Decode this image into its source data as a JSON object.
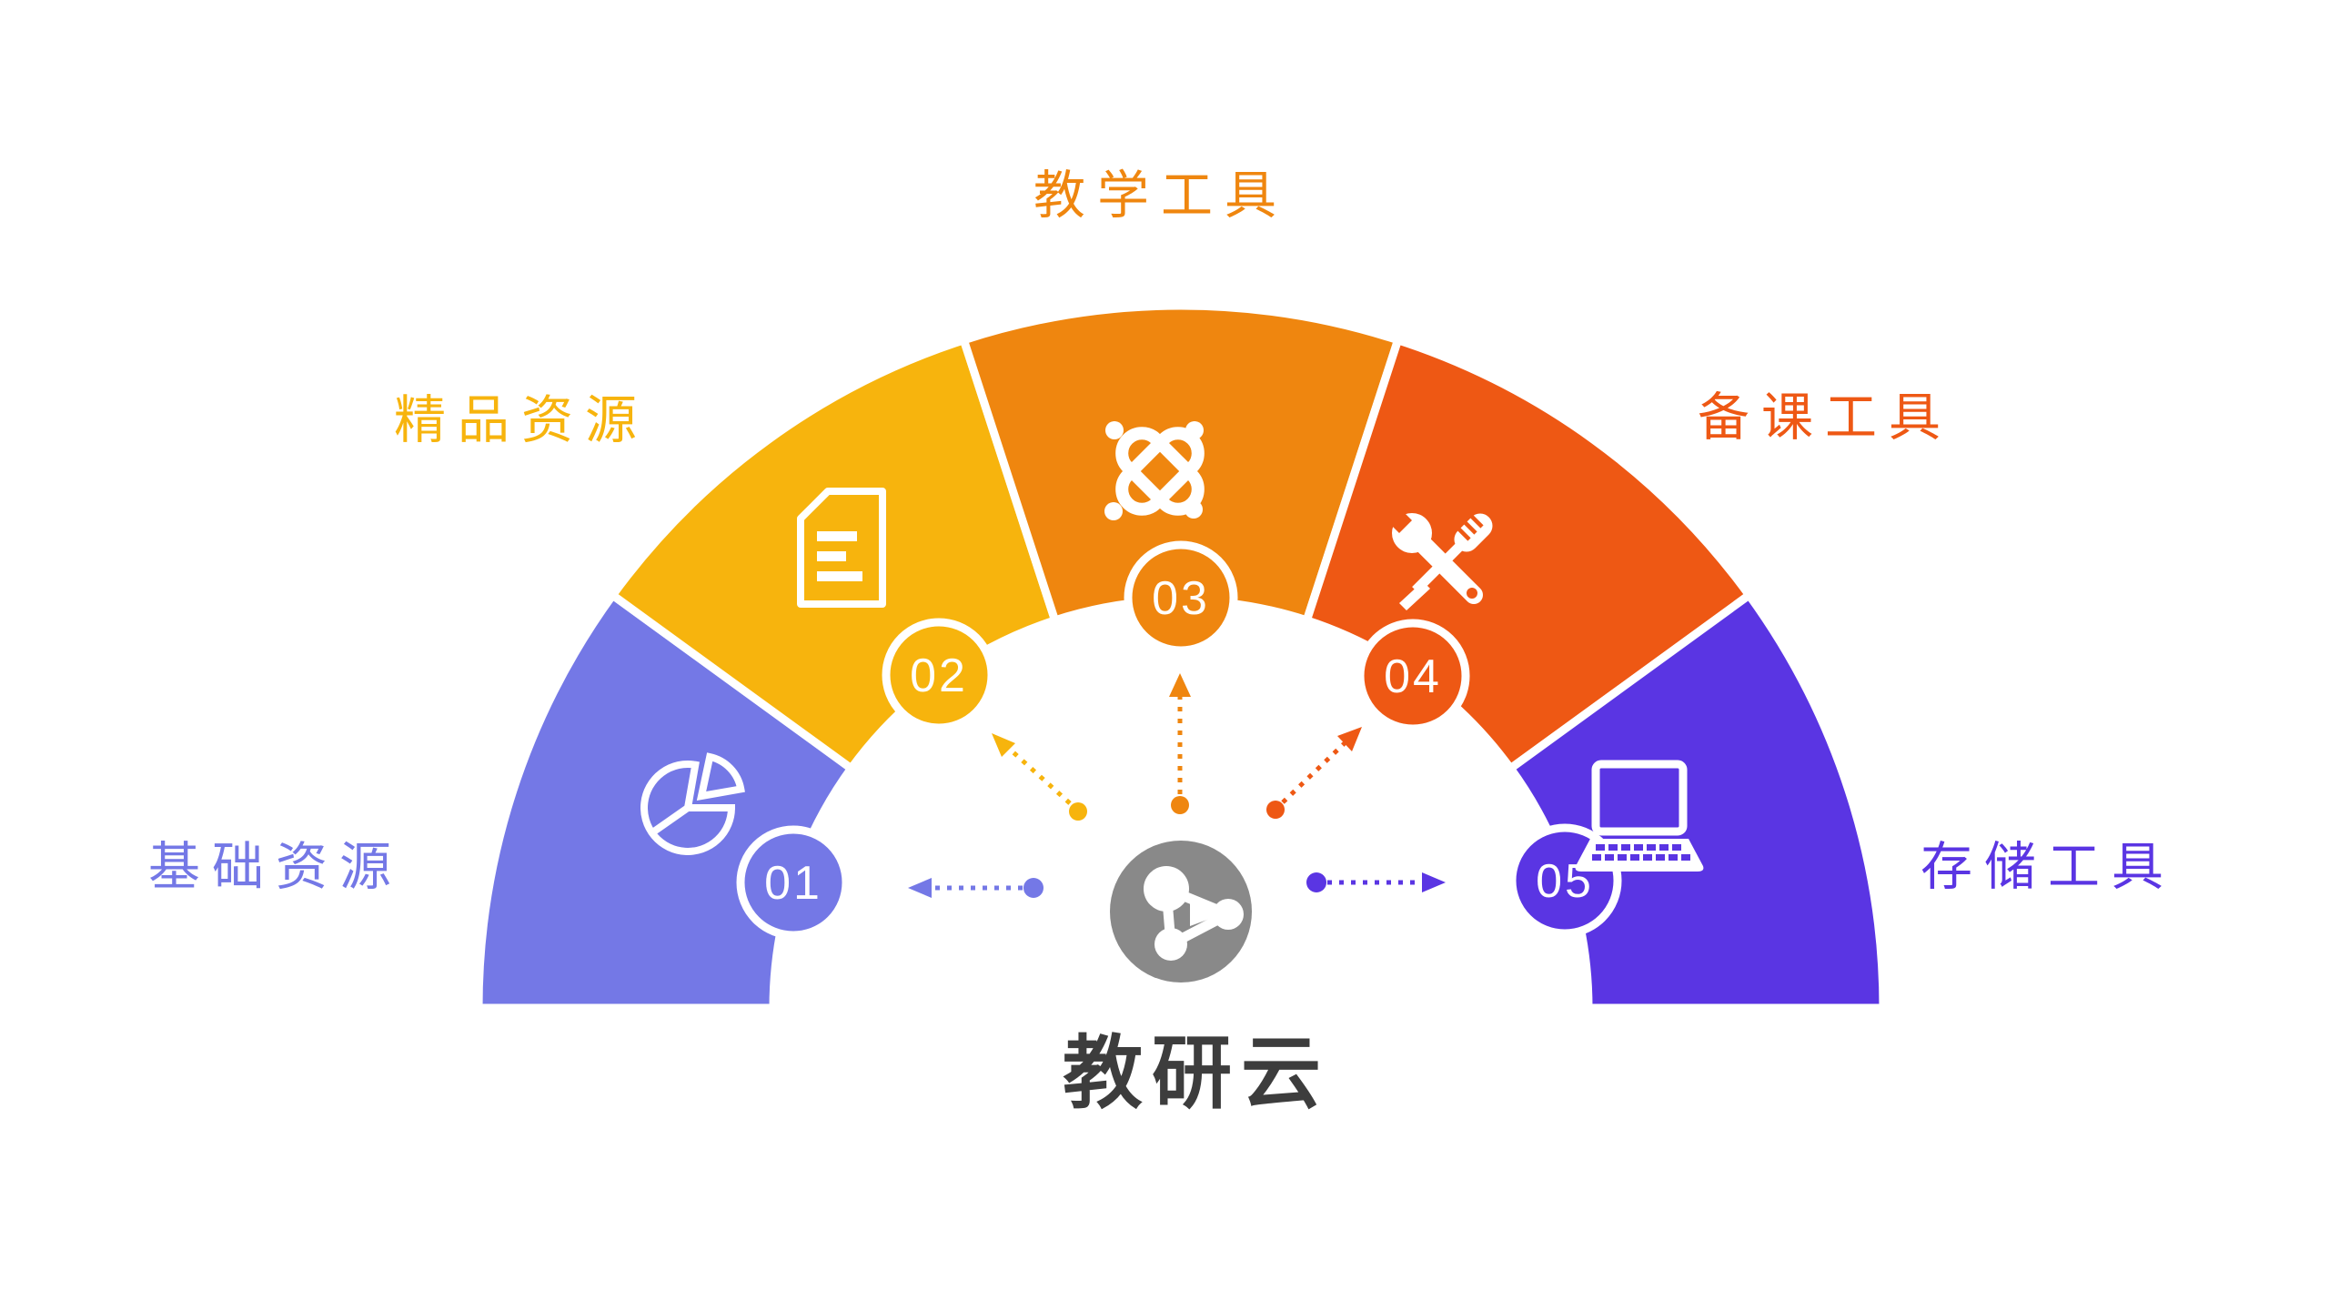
{
  "title": "教研云",
  "title_color": "#3D3D3D",
  "background": "#FFFFFF",
  "center": {
    "icon": "share-nodes-icon",
    "color": "#898989",
    "icon_color": "#FFFFFF"
  },
  "items": [
    {
      "number": "01",
      "label": "基础资源",
      "color": "#7478E6",
      "icon": "pie-chart-icon"
    },
    {
      "number": "02",
      "label": "精品资源",
      "color": "#F7B40D",
      "icon": "document-icon"
    },
    {
      "number": "03",
      "label": "教学工具",
      "color": "#EF860F",
      "icon": "knot-icon"
    },
    {
      "number": "04",
      "label": "备课工具",
      "color": "#EE5814",
      "icon": "tools-icon"
    },
    {
      "number": "05",
      "label": "存储工具",
      "color": "#5A35E3",
      "icon": "laptop-icon"
    }
  ]
}
